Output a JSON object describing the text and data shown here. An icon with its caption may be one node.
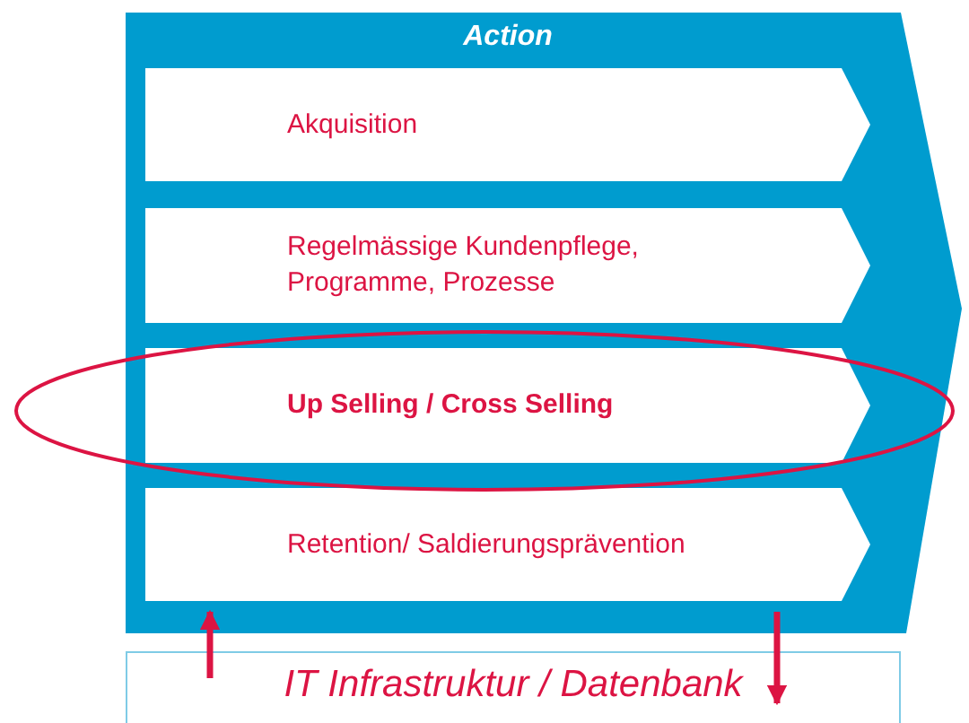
{
  "diagram": {
    "nodes": [
      {
        "text": [
          "Action"
        ]
      },
      {
        "text": [
          "Akquisition"
        ],
        "in": 0
      },
      {
        "text": [
          "Regelmässige Kundenpflege, Programme, Prozesse"
        ],
        "in": 0
      },
      {
        "text": [
          "Up Selling / Cross Selling"
        ],
        "in": 0
      },
      {
        "text": [
          "Retention/ Saldierungsprävention"
        ],
        "in": 0
      },
      {
        "text": [
          "IT Infrastruktur / Datenbank"
        ]
      }
    ],
    "edges": [
      {
        "from": 5,
        "to": 0,
        "arrow": "to"
      },
      {
        "from": 0,
        "to": 5,
        "arrow": "to"
      }
    ]
  }
}
